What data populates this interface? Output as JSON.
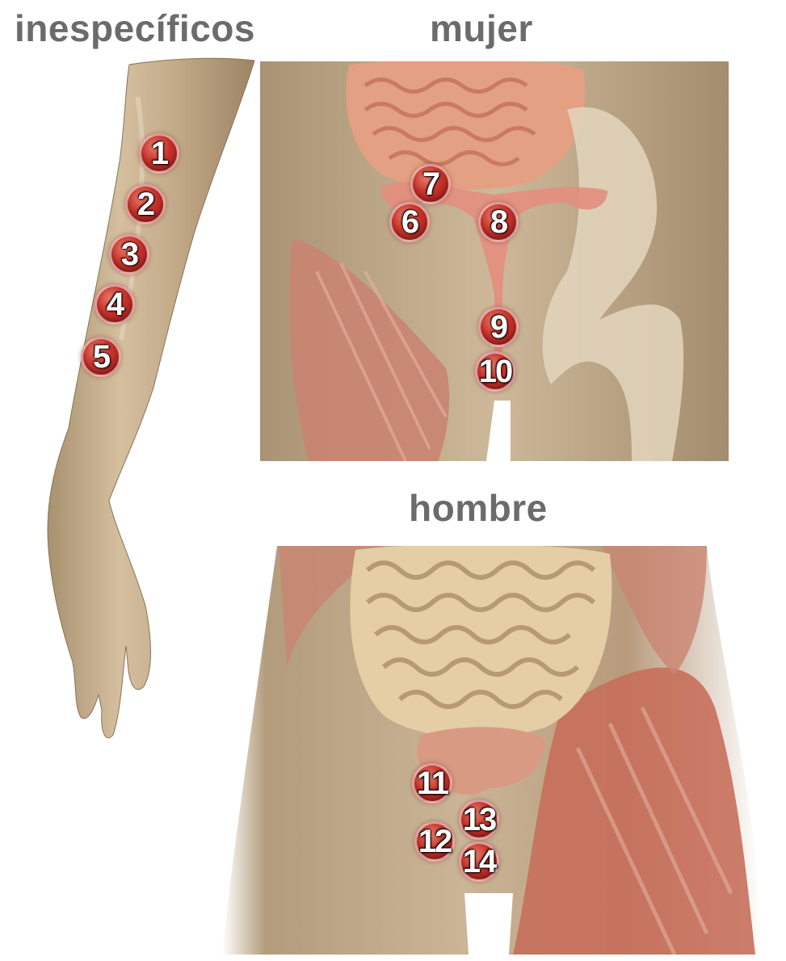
{
  "headings": {
    "nonspecific": "inespecíficos",
    "female": "mujer",
    "male": "hombre"
  },
  "markers": {
    "m1": "1",
    "m2": "2",
    "m3": "3",
    "m4": "4",
    "m5": "5",
    "m6": "6",
    "m7": "7",
    "m8": "8",
    "m9": "9",
    "m10": "10",
    "m11": "11",
    "m12": "12",
    "m13": "13",
    "m14": "14"
  },
  "colors": {
    "heading": "#6b6b6b",
    "skin": "#c9b293",
    "muscle": "#c98470",
    "intestine_female": "#e4a083",
    "intestine_male": "#e5cda6",
    "bone": "#e3d6bd",
    "marker": "#c8332b"
  },
  "icons": [
    "numbered-marker-icon"
  ]
}
